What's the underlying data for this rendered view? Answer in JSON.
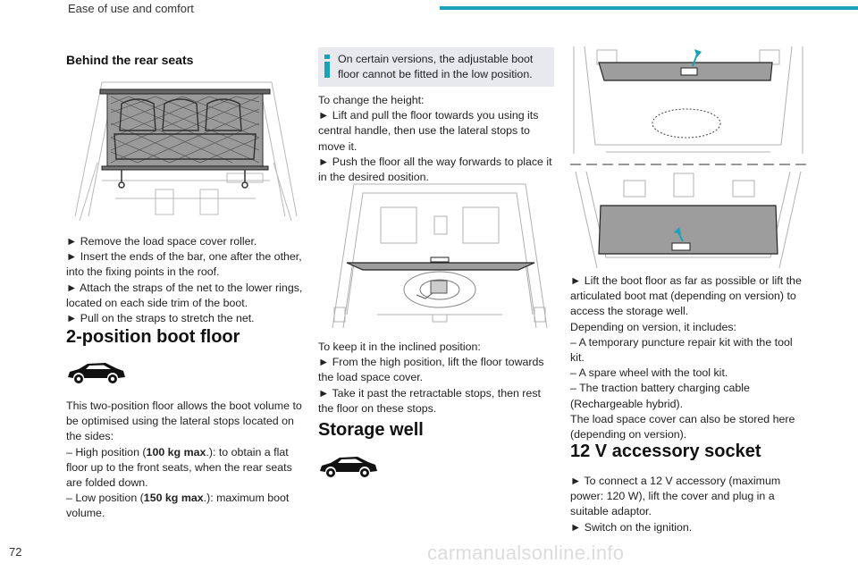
{
  "header": {
    "title": "Ease of use and comfort",
    "accent_color": "#1aa3b8"
  },
  "page_number": "72",
  "watermark": "carmanualsonline.info",
  "col1": {
    "heading_rear": "Behind the rear seats",
    "steps_net": [
      "► Remove the load space cover roller.",
      "► Insert the ends of the bar, one after the other,",
      "into the fixing points in the roof.",
      "► Attach the straps of the net to the lower rings,",
      "located on each side trim of the boot.",
      "► Pull on the straps to stretch the net."
    ],
    "heading_floor": "2-position boot floor",
    "floor_intro": [
      "This two-position floor allows the boot volume to",
      "be optimised using the lateral stops located on",
      "the sides:"
    ],
    "high_pos": {
      "prefix": "– High position (",
      "bold": "100 kg max",
      "suffix": ".): to obtain a flat"
    },
    "high_pos_cont": [
      "floor up to the front seats, when the rear seats",
      "are folded down."
    ],
    "low_pos": {
      "prefix": "– Low position (",
      "bold": "150 kg max",
      "suffix": ".): maximum boot"
    },
    "low_pos_cont": [
      "volume."
    ]
  },
  "col2": {
    "note": [
      "On certain versions, the adjustable boot",
      "floor cannot be fitted in the low position."
    ],
    "change_height": [
      "To change the height:",
      "► Lift and pull the floor towards you using its",
      "central handle, then use the lateral stops to",
      "move it.",
      "► Push the floor all the way forwards to place it",
      "in the desired position."
    ],
    "inclined": [
      "To keep it in the inclined position:",
      "► From the high position, lift the floor towards",
      "the load space cover.",
      "► Take it past the retractable stops, then rest",
      "the floor on these stops."
    ],
    "heading_storage": "Storage well"
  },
  "col3": {
    "storage_text": [
      "► Lift the boot floor as far as possible or lift the",
      "articulated boot mat (depending on version) to",
      "access the storage well.",
      "Depending on version, it includes:",
      "– A temporary puncture repair kit with the tool",
      "kit.",
      "– A spare wheel with the tool kit.",
      "– The traction battery charging cable",
      "(Rechargeable hybrid).",
      "The load space cover can also be stored here",
      "(depending on version)."
    ],
    "heading_socket": "12 V accessory socket",
    "socket_text": [
      "► To connect a 12 V accessory (maximum",
      "power: 120 W), lift the cover and plug in a",
      "suitable adaptor.",
      "► Switch on the ignition."
    ]
  }
}
